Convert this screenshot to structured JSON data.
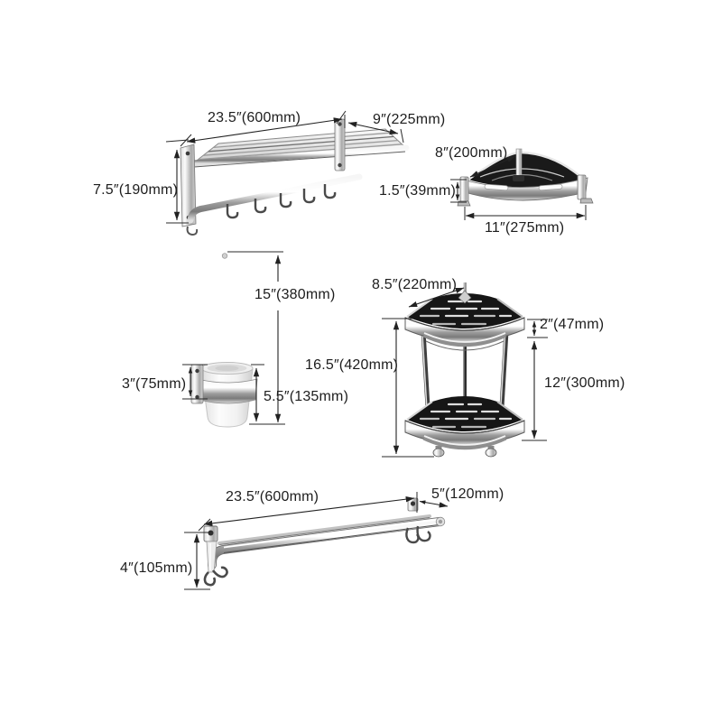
{
  "colors": {
    "background": "#ffffff",
    "dimension_line": "#222222",
    "label_text": "#1d1d1d",
    "chrome_light": "#f6f6f6",
    "chrome_mid": "#9c9c9c",
    "chrome_dark": "#2e2e2e"
  },
  "products": {
    "towel_rack": {
      "width": "23.5″(600mm)",
      "depth": "9″(225mm)",
      "height": "7.5″(190mm)"
    },
    "corner_shelf": {
      "depth": "8″(200mm)",
      "rim_height": "1.5″(39mm)",
      "width": "11″(275mm)"
    },
    "toilet_brush": {
      "total_height": "15″(380mm)",
      "bracket_height": "3″(75mm)",
      "cup_height": "5.5″(135mm)"
    },
    "corner_basket": {
      "shelf_depth": "8.5″(220mm)",
      "tier_height": "2″(47mm)",
      "total_height": "16.5″(420mm)",
      "tier_gap": "12″(300mm)"
    },
    "towel_bar": {
      "width": "23.5″(600mm)",
      "depth": "5″(120mm)",
      "height": "4″(105mm)"
    }
  }
}
